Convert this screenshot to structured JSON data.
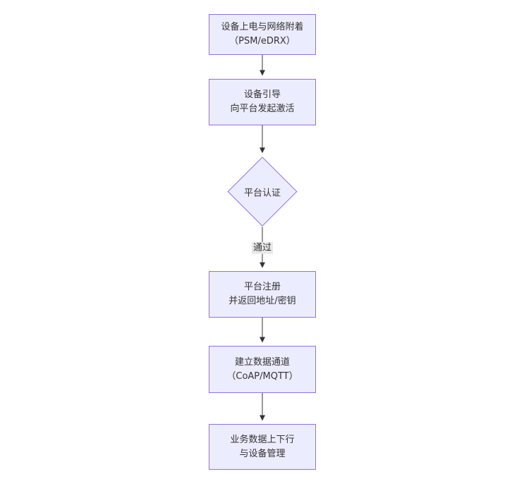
{
  "diagram": {
    "type": "flowchart-top-down",
    "colors": {
      "canvas_bg": "#ffffff",
      "node_fill": "#ECECFF",
      "node_border": "#9370DB",
      "text": "#333333",
      "edge": "#333333",
      "edge_label_bg": "#e8e8e8"
    },
    "nodes": [
      {
        "id": "power-attach",
        "shape": "rect",
        "lines": [
          "设备上电与网络附着",
          "（PSM/eDRX）"
        ]
      },
      {
        "id": "bootstrap",
        "shape": "rect",
        "lines": [
          "设备引导",
          "向平台发起激活"
        ]
      },
      {
        "id": "auth",
        "shape": "diamond",
        "lines": [
          "平台认证"
        ]
      },
      {
        "id": "register",
        "shape": "rect",
        "lines": [
          "平台注册",
          "并返回地址/密钥"
        ]
      },
      {
        "id": "data-channel",
        "shape": "rect",
        "lines": [
          "建立数据通道",
          "（CoAP/MQTT）"
        ]
      },
      {
        "id": "business-data",
        "shape": "rect",
        "lines": [
          "业务数据上下行",
          "与设备管理"
        ]
      }
    ],
    "edges": [
      {
        "from": "power-attach",
        "to": "bootstrap",
        "label": ""
      },
      {
        "from": "bootstrap",
        "to": "auth",
        "label": ""
      },
      {
        "from": "auth",
        "to": "register",
        "label": "通过"
      },
      {
        "from": "register",
        "to": "data-channel",
        "label": ""
      },
      {
        "from": "data-channel",
        "to": "business-data",
        "label": ""
      }
    ]
  }
}
